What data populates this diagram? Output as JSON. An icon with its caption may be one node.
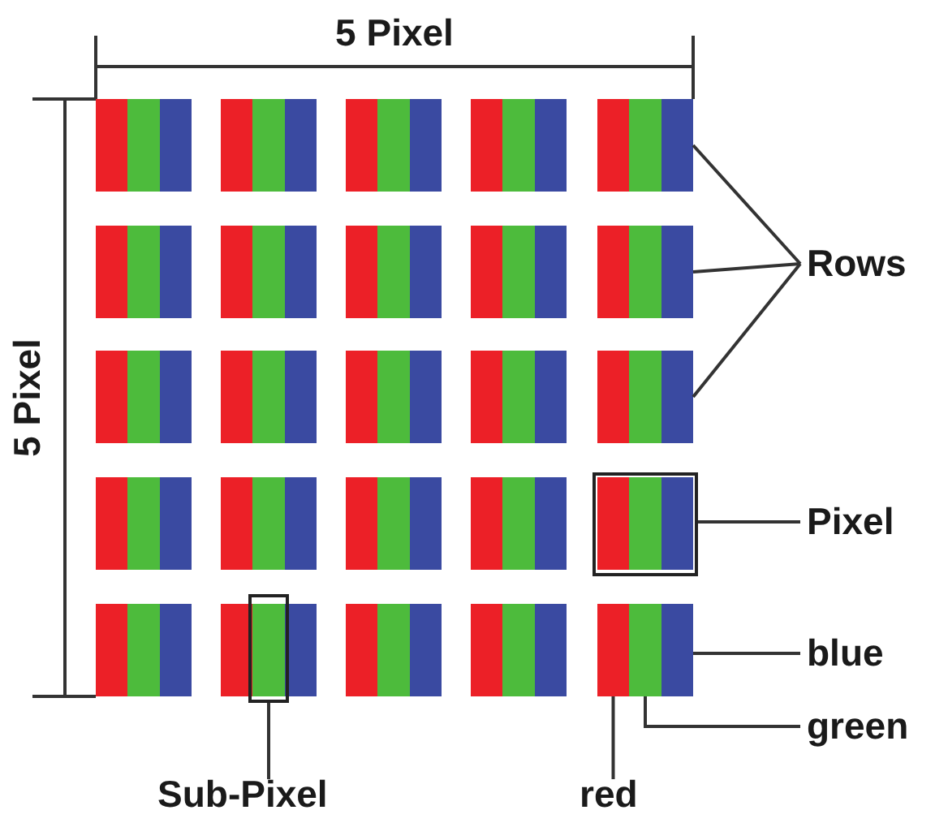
{
  "diagram": {
    "nodes": [
      {
        "text": [
          "Rows"
        ]
      },
      {
        "text": [
          "Pixel"
        ]
      },
      {
        "text": [
          "blue"
        ]
      },
      {
        "text": [
          "green"
        ]
      },
      {
        "text": [
          "Sub-Pixel"
        ]
      },
      {
        "text": [
          "red"
        ]
      },
      {
        "text": [],
        "shape": "bar"
      },
      {
        "text": [],
        "shape": "bar"
      },
      {
        "text": [],
        "shape": "bar"
      },
      {
        "text": [],
        "shape": "box"
      },
      {
        "text": [],
        "shape": "bar"
      },
      {
        "text": [],
        "shape": "bar"
      },
      {
        "text": [],
        "shape": "bar"
      },
      {
        "text": [],
        "shape": "box"
      }
    ],
    "edges": [
      {
        "from": 0,
        "to": 6,
        "arrow": "none"
      },
      {
        "from": 0,
        "to": 7,
        "arrow": "none"
      },
      {
        "from": 0,
        "to": 8,
        "arrow": "none"
      },
      {
        "from": 1,
        "to": 9,
        "arrow": "none"
      },
      {
        "from": 2,
        "to": 10,
        "arrow": "none"
      },
      {
        "from": 3,
        "to": 11,
        "arrow": "none"
      },
      {
        "from": 4,
        "to": 13,
        "arrow": "none"
      },
      {
        "from": 5,
        "to": 12,
        "arrow": "none"
      }
    ],
    "labels": [
      "5 Pixel",
      "5 Pixel"
    ]
  }
}
